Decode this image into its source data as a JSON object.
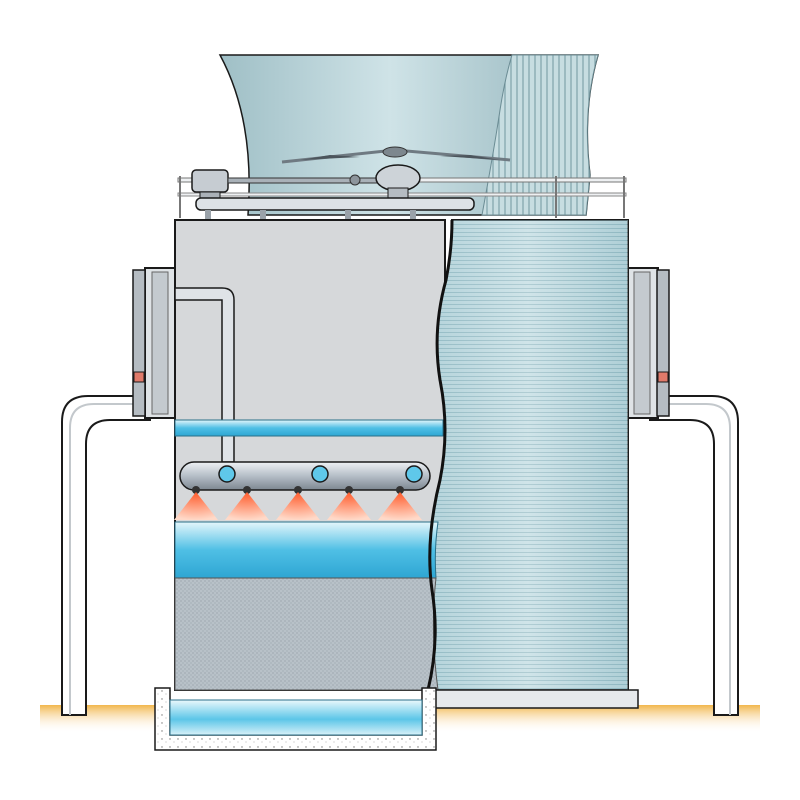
{
  "diagram": {
    "kind": "cooling-tower-cutaway",
    "colors": {
      "casing": "#d3d6d9",
      "casing_dark": "#9aa1a8",
      "outline": "#1a1a1a",
      "water": "#58c3e6",
      "water_light": "#bfe8f5",
      "fill_media": "#aab5bd",
      "coil_panel": "#a9d4dd",
      "spray": "#f26b3a",
      "ground": "#f3c46a",
      "fan_stack": "#b9d3d8",
      "header_pipe": "#c8cfd6"
    },
    "spray_nozzles": 5,
    "header_ports": 3
  }
}
